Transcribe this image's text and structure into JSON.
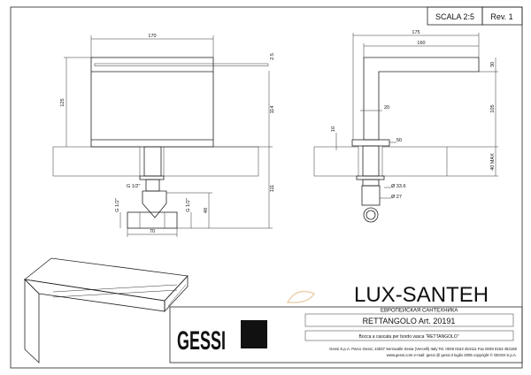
{
  "title_block": {
    "scale": "SCALA 2:5",
    "revision": "Rev. 1",
    "logo": "GESSI",
    "product_title": "RETTANGOLO  Art. 20191",
    "description": "Bocca a cascata per bordo vasca \"RETTANGOLO\"",
    "company_line1": "Gessi S.p.A. Parco Gessi, 13037 Serravalle Sesia (Vercelli) Italy Tel. 0039 0163 454111 Fax 0039 0163 453150",
    "company_line2": "www.gessi.com e-mail: gessi @ gessi.it luglio 2005 copyright © GESSI S.p.A."
  },
  "watermark": {
    "brand": "LUX-SANTEH",
    "tagline": "ЕВРОПЕЙСКАЯ САНТЕХНИКА"
  },
  "front_view": {
    "width": "170",
    "height_total": "125",
    "slot": "2.5",
    "height_above": "114",
    "below_depth": "111",
    "connection_top": "G 1/2\"",
    "connection_left": "G 1/2\"",
    "connection_right": "G 1/2\"",
    "tee_height": "48",
    "tee_width": "70"
  },
  "side_view": {
    "reach_total": "175",
    "reach_spout": "160",
    "spout_thickness": "30",
    "body_width": "20",
    "height": "105",
    "flange_height": "10",
    "flange_width": "50",
    "deck_max": "40 MAX",
    "nut_diameter": "Ø 33.6",
    "pipe_diameter": "Ø 27"
  },
  "colors": {
    "line": "#222222",
    "watermark": "#e8c9a0"
  }
}
